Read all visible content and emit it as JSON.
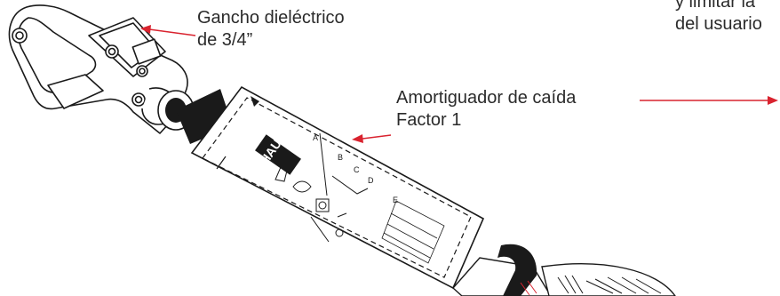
{
  "labels": {
    "hook": {
      "line1": "Gancho dieléctrico",
      "line2": "de 3/4”"
    },
    "absorber": {
      "line1": "Amortiguador de caída",
      "line2": "Factor 1"
    },
    "partial_top": {
      "line1": "y  limitar la",
      "line2": "del usuario"
    }
  },
  "product_label": {
    "brand": "HAUK",
    "letters": [
      "A",
      "B",
      "C",
      "D",
      "E"
    ]
  },
  "colors": {
    "arrow": "#d9232f",
    "text": "#2b2b2b",
    "outline": "#1a1a1a"
  }
}
